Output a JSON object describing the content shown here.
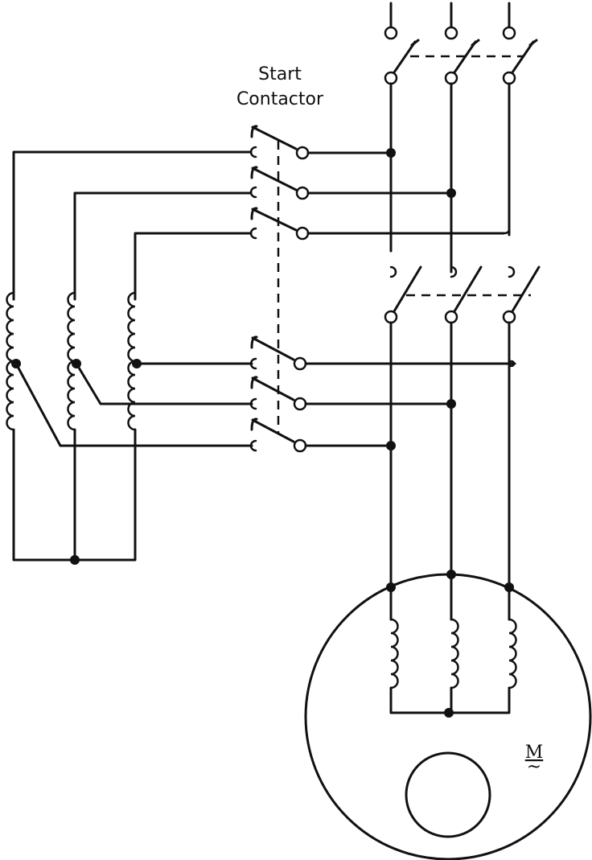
{
  "labels": {
    "start_contactor_line1": "Start",
    "start_contactor_line2": "Contactor",
    "motor": "M",
    "motor_ac_symbol": "~"
  }
}
